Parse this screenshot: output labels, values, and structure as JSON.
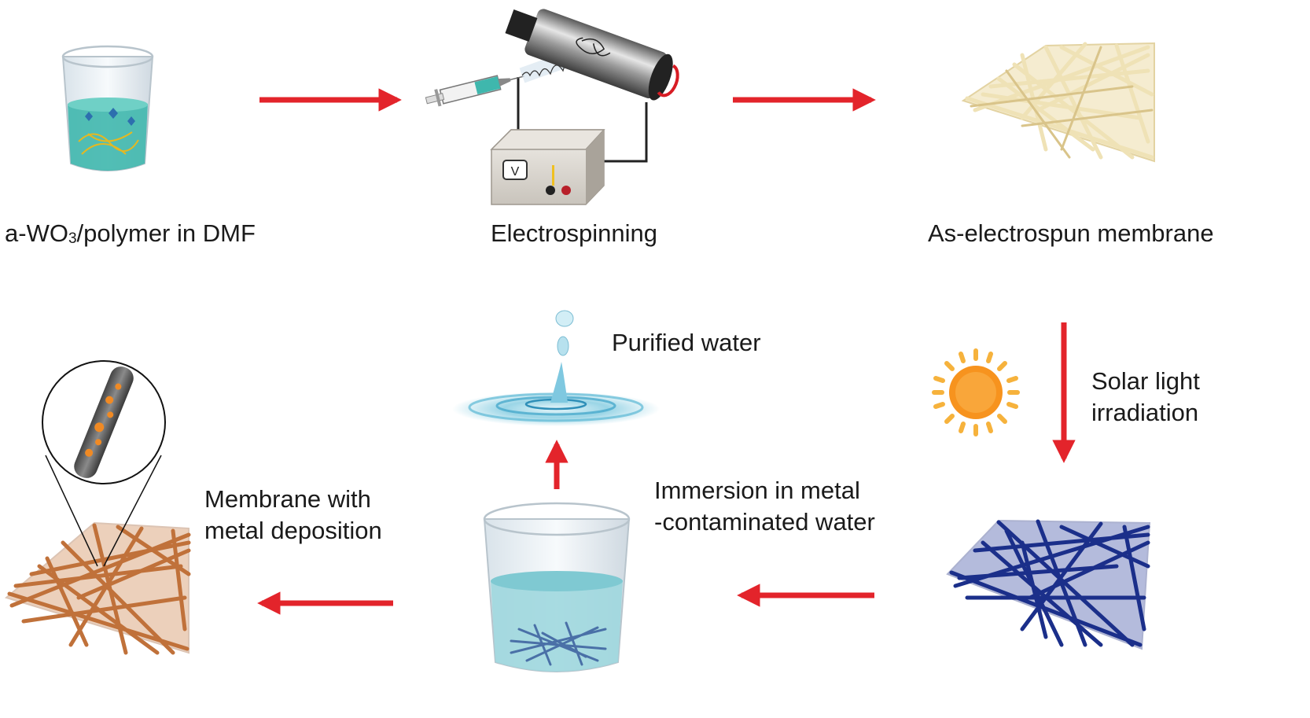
{
  "labels": {
    "solution_prefix": "a-WO",
    "solution_subscript": "3",
    "solution_suffix": "/polymer in DMF",
    "electrospinning": "Electrospinning",
    "as_spun": "As-electrospun membrane",
    "solar_line1": "Solar light",
    "solar_line2": "irradiation",
    "immersion_line1": "Immersion in metal",
    "immersion_line2": "-contaminated water",
    "purified": "Purified water",
    "membrane_line1": "Membrane with",
    "membrane_line2": "metal deposition",
    "voltmeter": "V"
  },
  "colors": {
    "arrow": "#e3242b",
    "solution": "#3fb7ad",
    "raw_fiber": "#efe2b6",
    "activated_fiber": "#1b2f8a",
    "metal_fiber": "#c0713a",
    "water": "#8fd3e4",
    "sun": "#f7931e"
  }
}
